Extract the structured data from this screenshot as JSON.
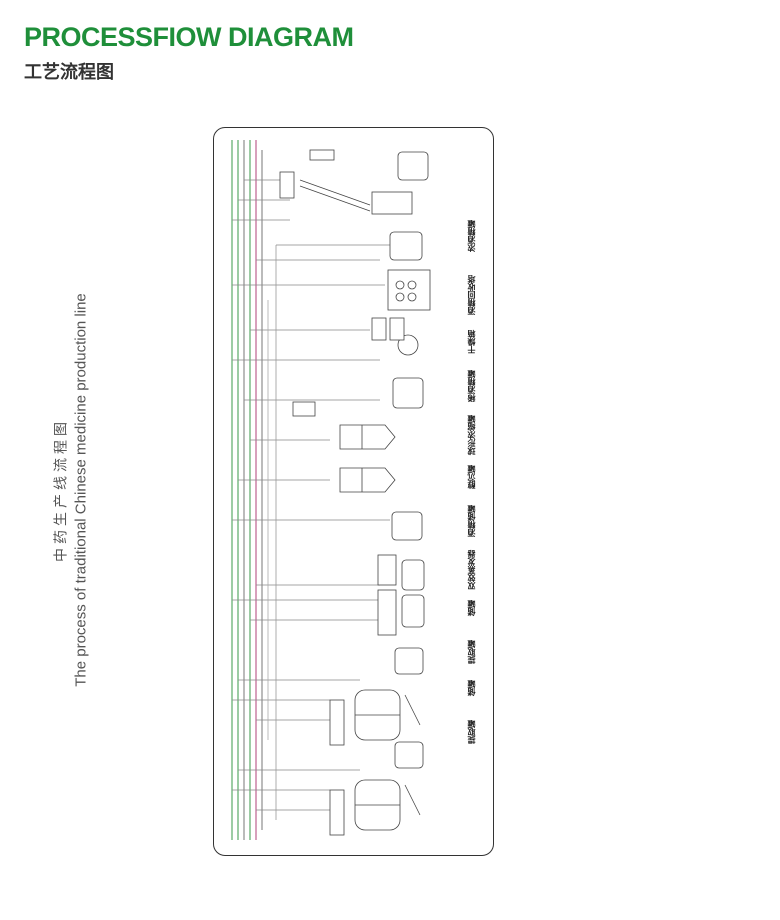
{
  "header": {
    "title_en": "PROCESSFIOW DIAGRAM",
    "title_cn": "工艺流程图"
  },
  "diagram": {
    "title_cn": "中药生产线流程图",
    "title_en": "The process of traditional Chinese medicine production line",
    "stages": [
      "提取罐",
      "储罐",
      "提取罐",
      "储罐",
      "双效蒸发器",
      "酒精储罐",
      "醇沉罐",
      "球形浓缩罐",
      "稀酒精罐",
      "干燥箱",
      "酒精回收塔",
      "浓酒精罐"
    ],
    "colors": {
      "frame": "#333333",
      "title_green": "#1f8f3a",
      "pipe_green": "#3a9a4a",
      "pipe_magenta": "#b0407a",
      "pipe_gray": "#777777"
    }
  }
}
